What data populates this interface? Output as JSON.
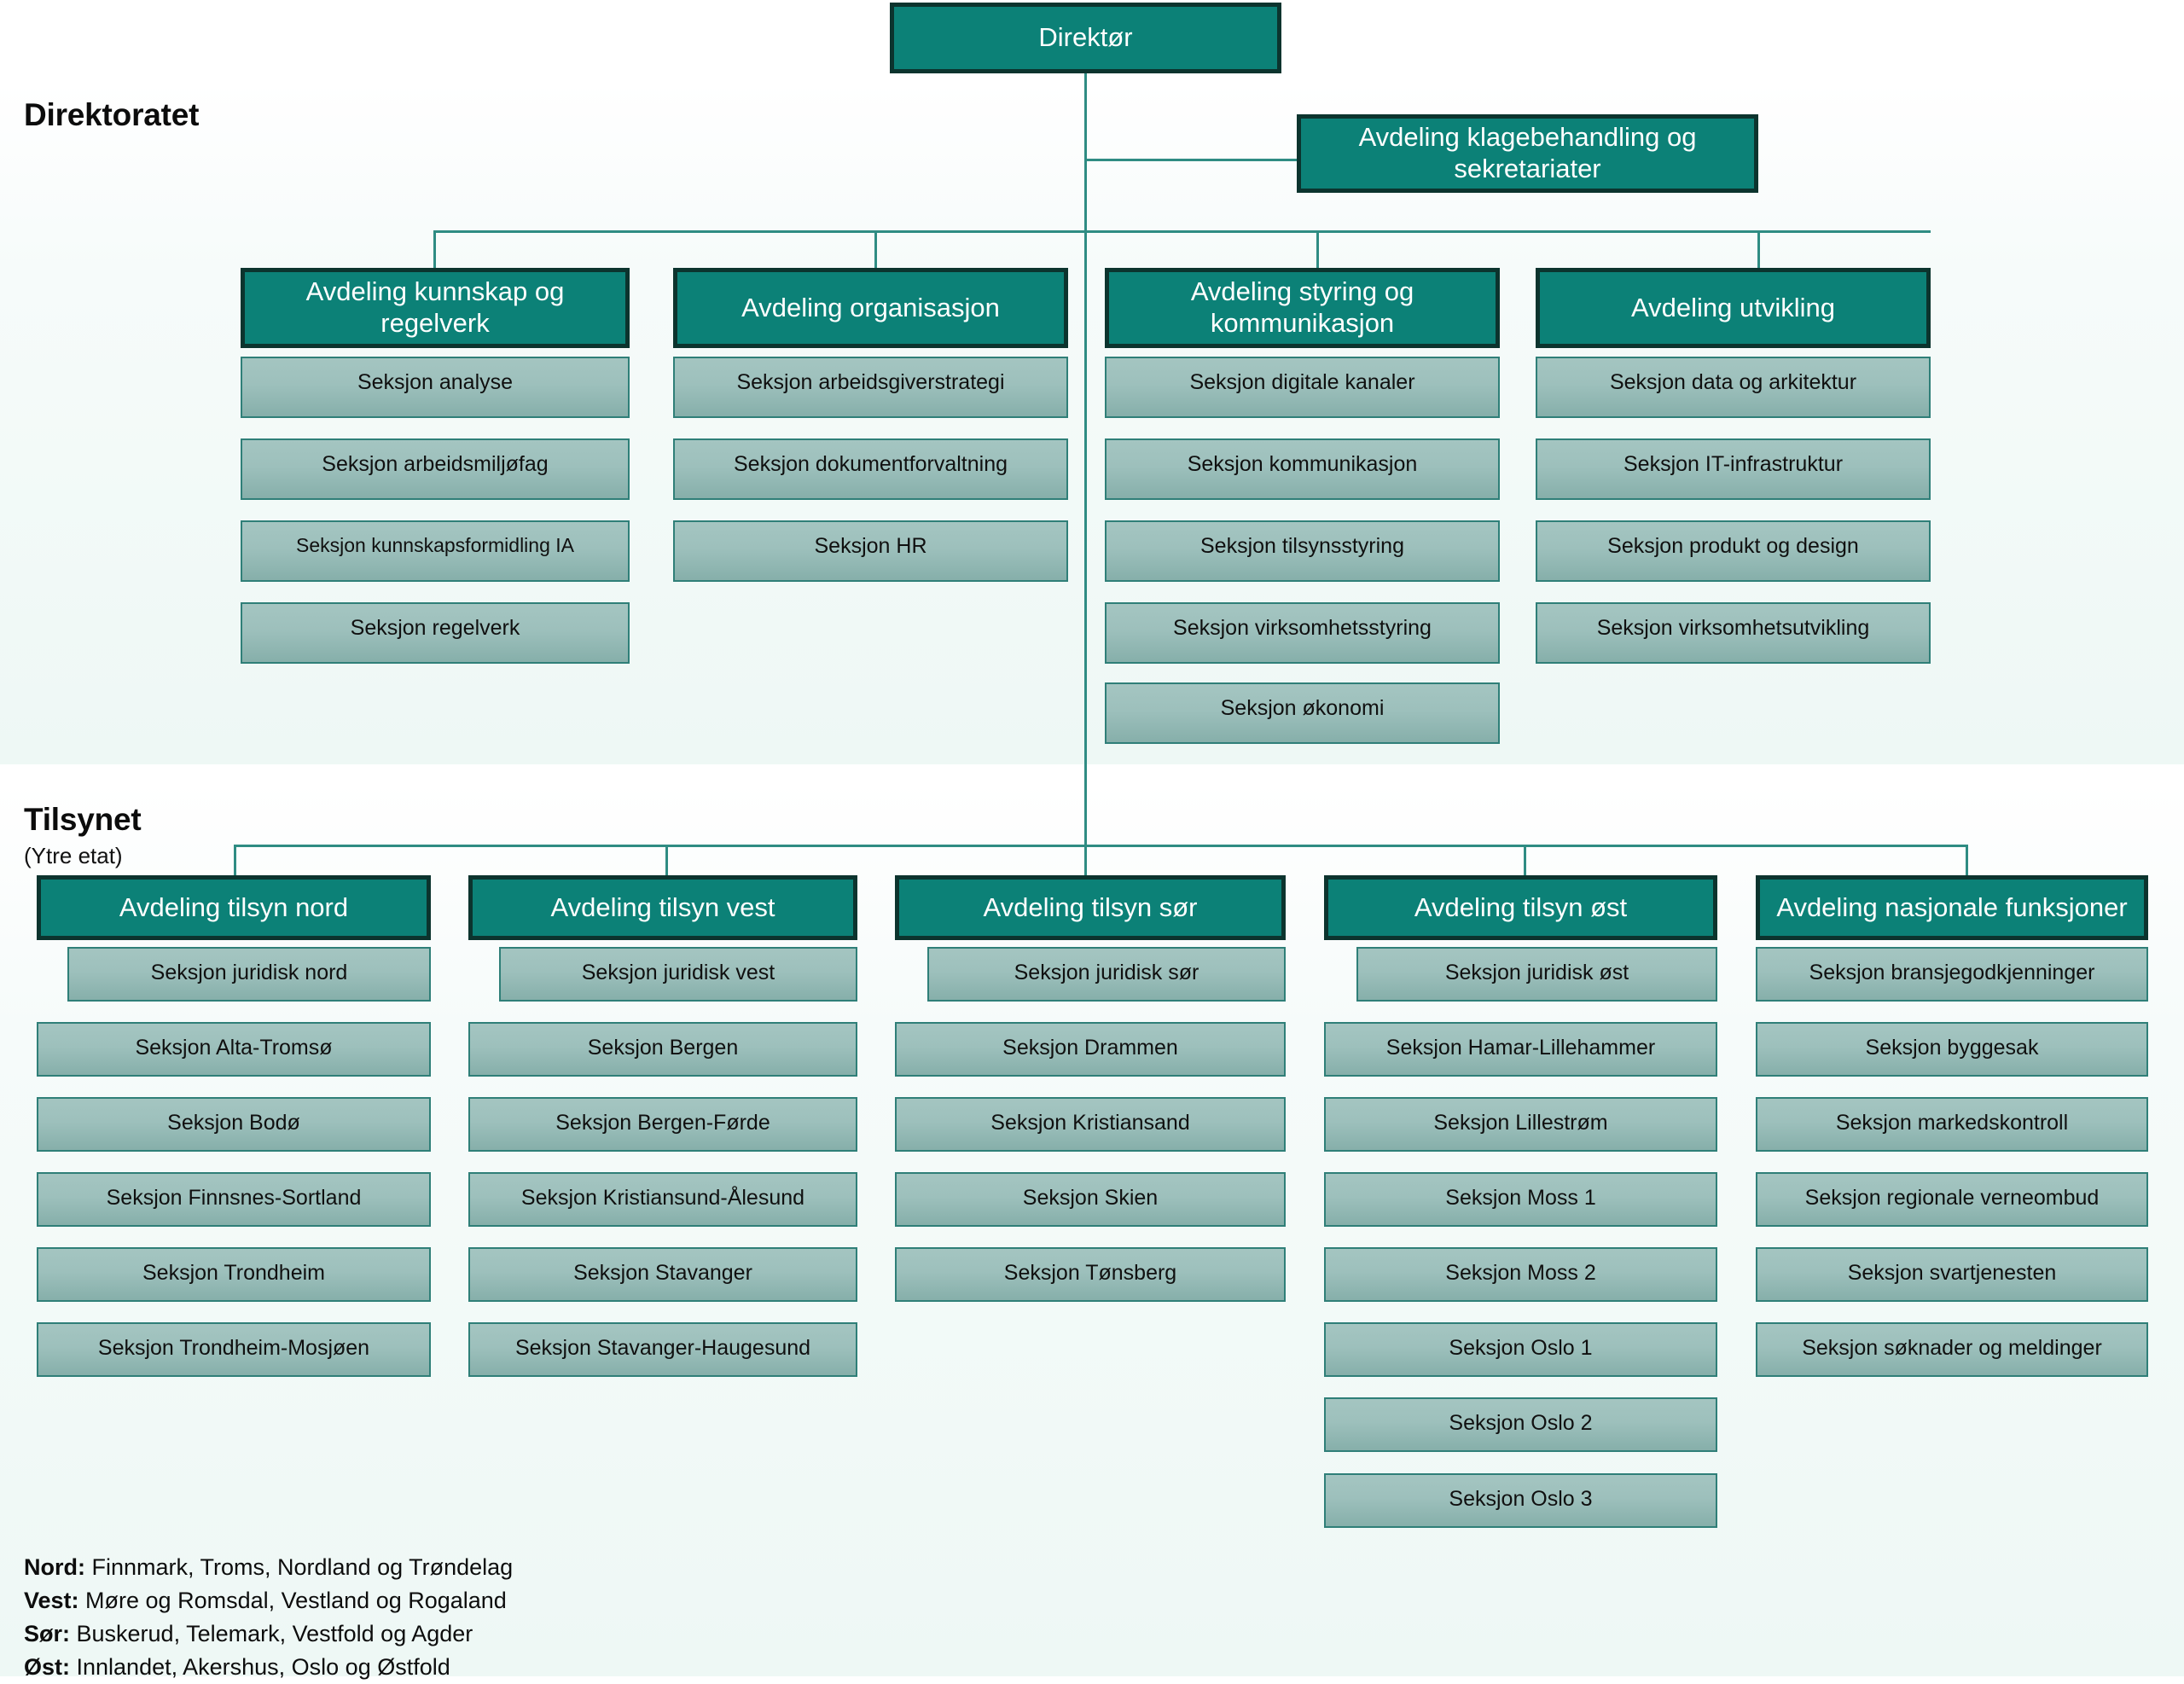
{
  "colors": {
    "dept_fill": "#0c8177",
    "dept_border": "#0c342e",
    "section_fill_top": "#a4c5c1",
    "section_fill_bottom": "#86afaa",
    "section_border": "#2f7f78",
    "connector": "#2f8c83",
    "panel_bg": "#eef8f5",
    "dept_text": "#ffffff",
    "section_text": "#101010"
  },
  "root": {
    "label": "Direktør"
  },
  "staff_unit": {
    "label": "Avdeling klagebehandling og sekretariater"
  },
  "direktoratet": {
    "title": "Direktoratet",
    "departments": [
      {
        "label": "Avdeling kunnskap og regelverk",
        "sections": [
          "Seksjon analyse",
          "Seksjon arbeidsmiljøfag",
          "Seksjon kunnskapsformidling IA",
          "Seksjon regelverk"
        ]
      },
      {
        "label": "Avdeling organisasjon",
        "sections": [
          "Seksjon arbeidsgiverstrategi",
          "Seksjon dokumentforvaltning",
          "Seksjon HR"
        ]
      },
      {
        "label": "Avdeling styring og kommunikasjon",
        "sections": [
          "Seksjon digitale kanaler",
          "Seksjon kommunikasjon",
          "Seksjon tilsynsstyring",
          "Seksjon virksomhetsstyring",
          "Seksjon økonomi"
        ]
      },
      {
        "label": "Avdeling utvikling",
        "sections": [
          "Seksjon data og arkitektur",
          "Seksjon IT-infrastruktur",
          "Seksjon produkt og design",
          "Seksjon virksomhetsutvikling"
        ]
      }
    ]
  },
  "tilsynet": {
    "title": "Tilsynet",
    "subtitle": "(Ytre etat)",
    "departments": [
      {
        "label": "Avdeling tilsyn nord",
        "sections": [
          "Seksjon juridisk nord",
          "Seksjon Alta-Tromsø",
          "Seksjon Bodø",
          "Seksjon  Finnsnes-Sortland",
          "Seksjon  Trondheim",
          "Seksjon Trondheim-Mosjøen"
        ]
      },
      {
        "label": "Avdeling tilsyn vest",
        "sections": [
          "Seksjon juridisk vest",
          "Seksjon Bergen",
          "Seksjon Bergen-Førde",
          "Seksjon Kristiansund-Ålesund",
          "Seksjon Stavanger",
          "Seksjon Stavanger-Haugesund"
        ]
      },
      {
        "label": "Avdeling tilsyn sør",
        "sections": [
          "Seksjon juridisk sør",
          "Seksjon Drammen",
          "Seksjon Kristiansand",
          "Seksjon Skien",
          "Seksjon Tønsberg"
        ]
      },
      {
        "label": "Avdeling tilsyn øst",
        "sections": [
          "Seksjon juridisk øst",
          "Seksjon Hamar-Lillehammer",
          "Seksjon Lillestrøm",
          "Seksjon Moss 1",
          "Seksjon Moss 2",
          "Seksjon Oslo 1",
          "Seksjon Oslo 2",
          "Seksjon Oslo 3"
        ]
      },
      {
        "label": "Avdeling nasjonale funksjoner",
        "sections": [
          "Seksjon bransjegodkjenninger",
          "Seksjon byggesak",
          "Seksjon markedskontroll",
          "Seksjon regionale verneombud",
          "Seksjon svartjenesten",
          "Seksjon søknader og meldinger"
        ]
      }
    ]
  },
  "legend": [
    {
      "region": "Nord:",
      "counties": " Finnmark, Troms, Nordland og Trøndelag"
    },
    {
      "region": "Vest:",
      "counties": " Møre og Romsdal, Vestland og Rogaland"
    },
    {
      "region": "Sør:",
      "counties": " Buskerud, Telemark, Vestfold og Agder"
    },
    {
      "region": "Øst:",
      "counties": " Innlandet, Akershus, Oslo og Østfold"
    }
  ]
}
